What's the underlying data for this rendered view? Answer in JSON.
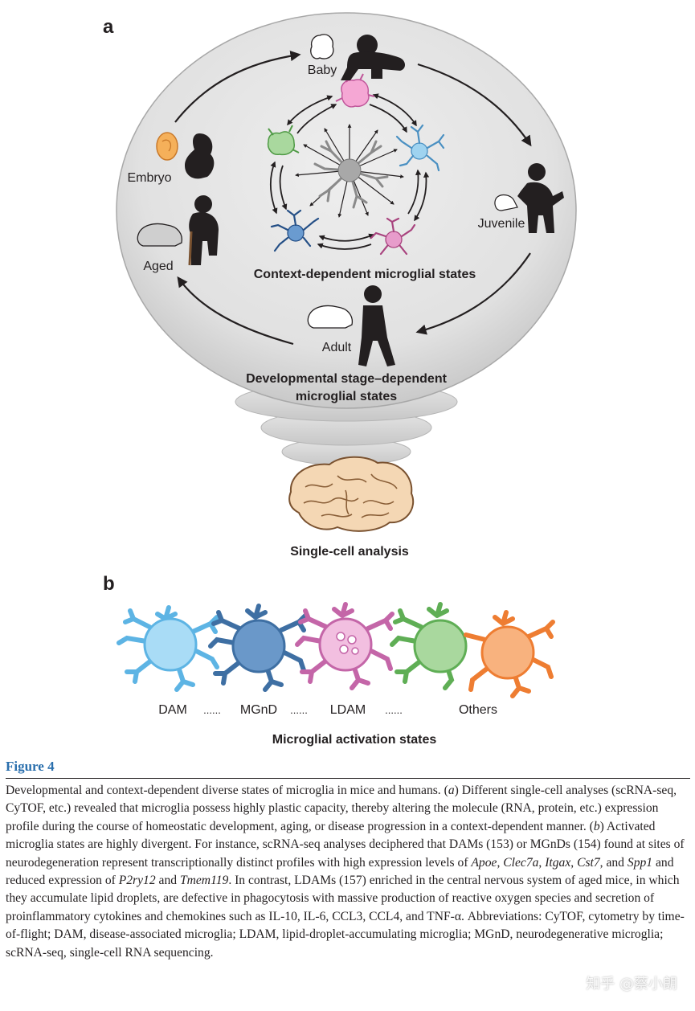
{
  "panels": {
    "a": "a",
    "b": "b"
  },
  "panel_a": {
    "stages": [
      "Baby",
      "Juvenile",
      "Adult",
      "Aged",
      "Embryo"
    ],
    "inner_title": "Context-dependent microglial states",
    "outer_title_line1": "Developmental stage–dependent",
    "outer_title_line2": "microglial states",
    "bottom_label": "Single-cell analysis"
  },
  "panel_b": {
    "cell_labels": [
      "DAM",
      "MGnD",
      "LDAM",
      "Others"
    ],
    "separator": "......",
    "title": "Microglial activation states"
  },
  "colors": {
    "dam": "#8fcbea",
    "mgnd": "#4f7fb0",
    "ldam": "#e3a0cf",
    "others_green": "#93c98d",
    "others_orange": "#f5a46b",
    "figure_label": "#2a6fad"
  },
  "figure": {
    "label": "Figure 4",
    "caption_parts": [
      {
        "t": "Developmental and context-dependent diverse states of microglia in mice and humans. ("
      },
      {
        "t": "a",
        "i": true
      },
      {
        "t": ") Different single-cell analyses (scRNA-seq, CyTOF, etc.) revealed that microglia possess highly plastic capacity, thereby altering the molecule (RNA, protein, etc.) expression profile during the course of homeostatic development, aging, or disease progression in a context-dependent manner. ("
      },
      {
        "t": "b",
        "i": true
      },
      {
        "t": ") Activated microglia states are highly divergent. For instance, scRNA-seq analyses deciphered that DAMs (153) or MGnDs (154) found at sites of neurodegeneration represent transcriptionally distinct profiles with high expression levels of "
      },
      {
        "t": "Apoe",
        "i": true
      },
      {
        "t": ", "
      },
      {
        "t": "Clec7a",
        "i": true
      },
      {
        "t": ", "
      },
      {
        "t": "Itgax",
        "i": true
      },
      {
        "t": ", "
      },
      {
        "t": "Cst7",
        "i": true
      },
      {
        "t": ", and "
      },
      {
        "t": "Spp1",
        "i": true
      },
      {
        "t": " and reduced expression of "
      },
      {
        "t": "P2ry12",
        "i": true
      },
      {
        "t": " and "
      },
      {
        "t": "Tmem119",
        "i": true
      },
      {
        "t": ". In contrast, LDAMs (157) enriched in the central nervous system of aged mice, in which they accumulate lipid droplets, are defective in phagocytosis with massive production of reactive oxygen species and secretion of proinflammatory cytokines and chemokines such as IL-10, IL-6, CCL3, CCL4, and TNF-α. Abbreviations: CyTOF, cytometry by time-of-flight; DAM, disease-associated microglia; LDAM, lipid-droplet-accumulating microglia; MGnD, neurodegenerative microglia; scRNA-seq, single-cell RNA sequencing."
      }
    ]
  },
  "watermark": "知乎 @蔡小朗"
}
